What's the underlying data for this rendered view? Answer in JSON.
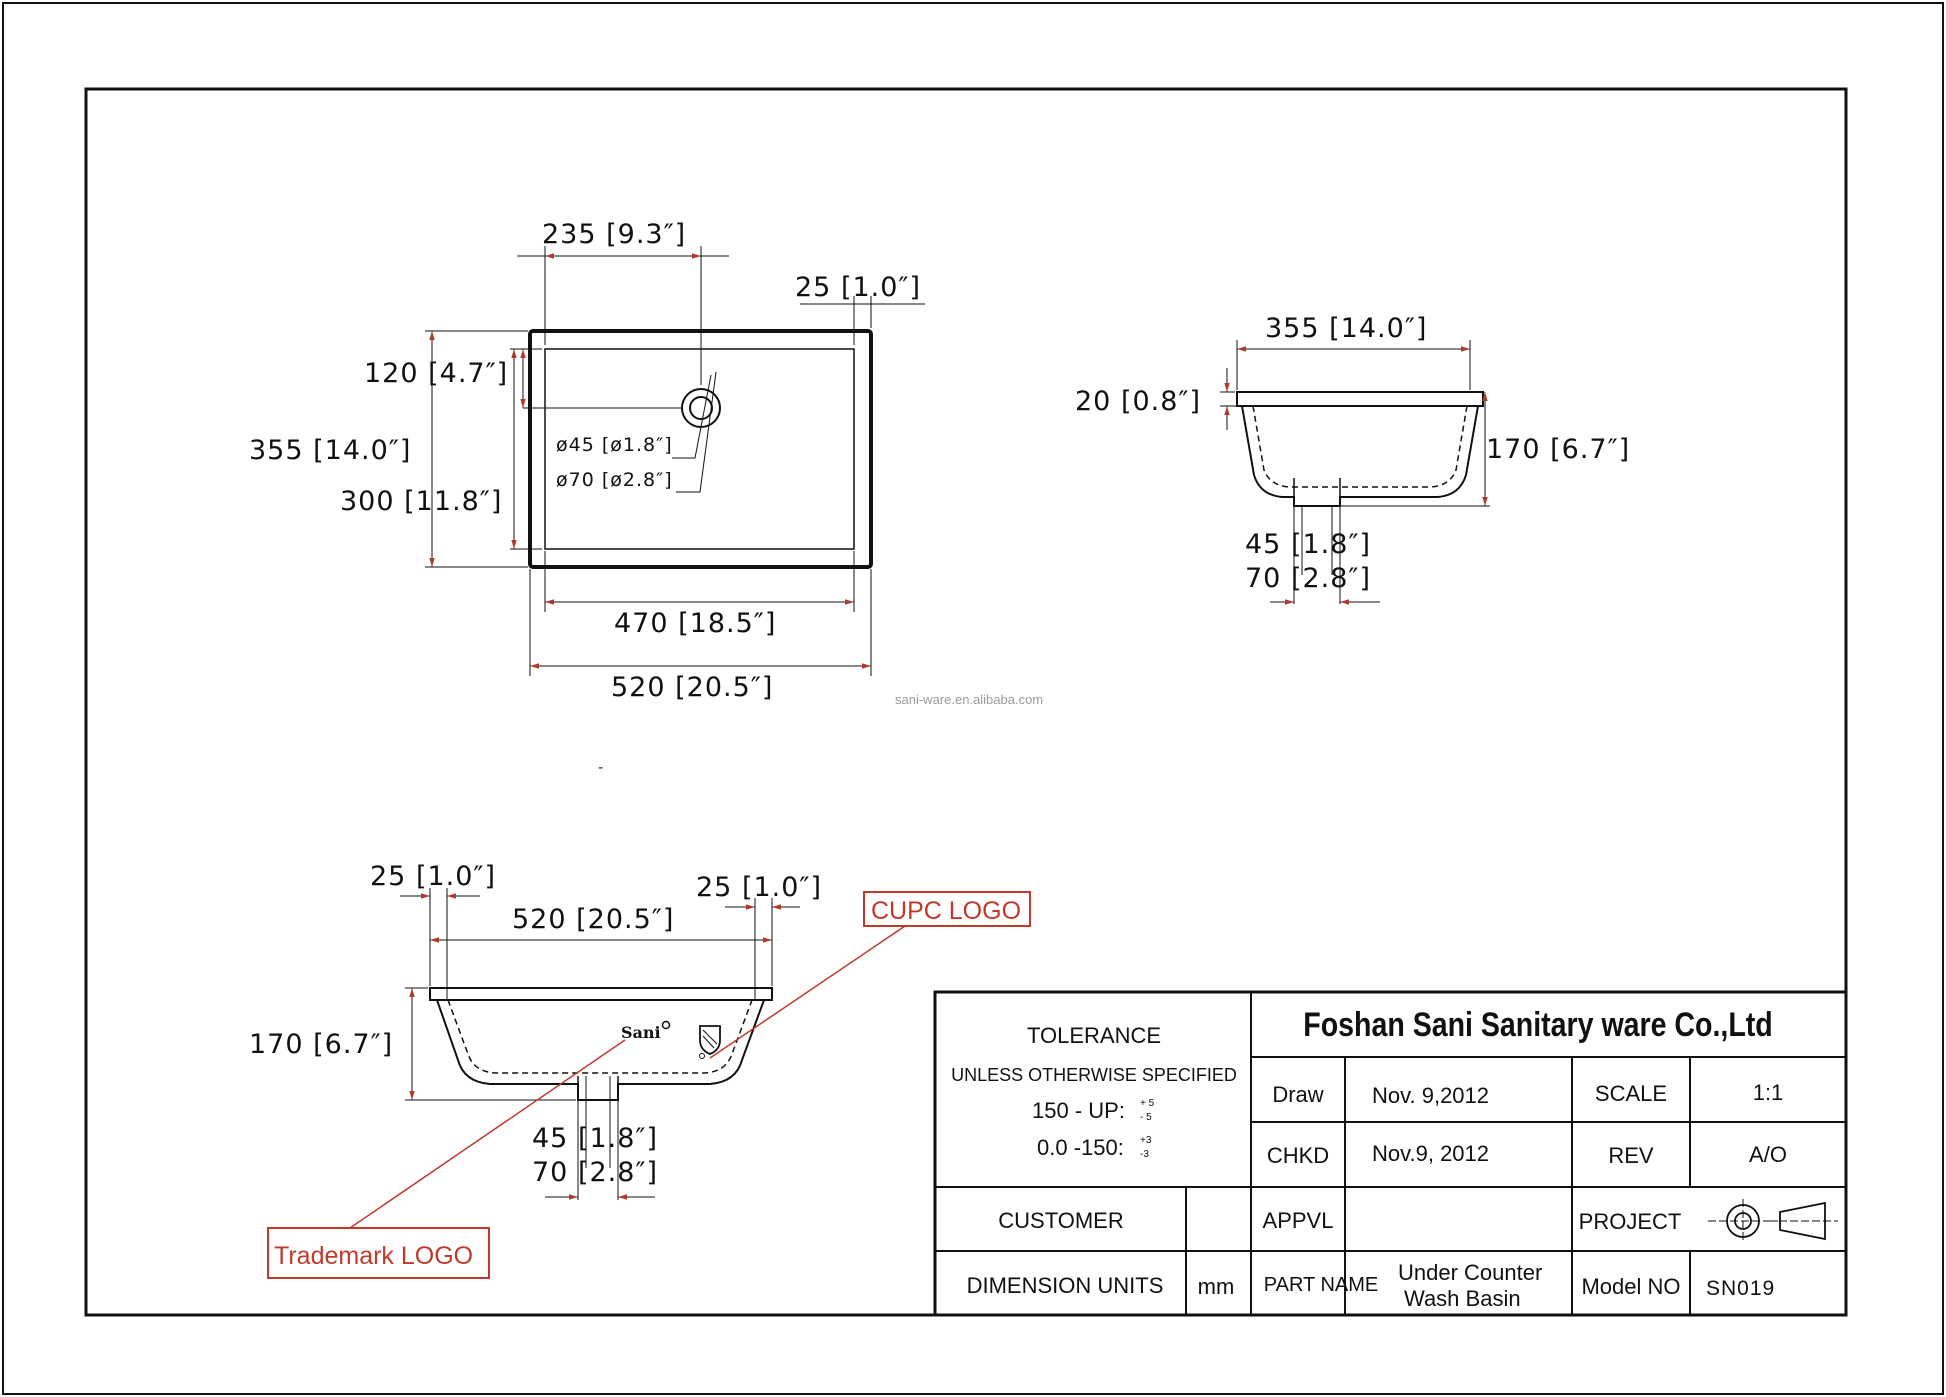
{
  "company": "Foshan Sani Sanitary ware Co.,Ltd",
  "watermark": "sani-ware.en.alibaba.com",
  "stray_mark": "-",
  "top_view": {
    "dim_235": "235 [9.3″]",
    "dim_25": "25 [1.0″]",
    "dim_120": "120 [4.7″]",
    "dim_355": "355 [14.0″]",
    "dim_300": "300 [11.8″]",
    "dim_phi45": "ø45 [ø1.8″]",
    "dim_phi70": "ø70 [ø2.8″]",
    "dim_470": "470 [18.5″]",
    "dim_520": "520 [20.5″]"
  },
  "side_view": {
    "dim_355": "355 [14.0″]",
    "dim_20": "20 [0.8″]",
    "dim_170": "170 [6.7″]",
    "dim_45": "45 [1.8″]",
    "dim_70": "70 [2.8″]"
  },
  "front_view": {
    "dim_25_left": "25 [1.0″]",
    "dim_25_right": "25 [1.0″]",
    "dim_520": "520 [20.5″]",
    "dim_170": "170 [6.7″]",
    "dim_45": "45 [1.8″]",
    "dim_70": "70 [2.8″]",
    "brand_mark": "Sani"
  },
  "callouts": {
    "cupc": "CUPC LOGO",
    "trademark": "Trademark LOGO"
  },
  "colors": {
    "line": "#111111",
    "callout": "#c0392b"
  },
  "title_block": {
    "tolerance_title": "TOLERANCE",
    "tolerance_sub": "UNLESS OTHERWISE SPECIFIED",
    "tol_row1": "150 - UP:",
    "tol_row1_plus": "+ 5",
    "tol_row1_minus": "- 5",
    "tol_row2": "0.0 -150:",
    "tol_row2_plus": "+3",
    "tol_row2_minus": "-3",
    "draw_label": "Draw",
    "draw_date": "Nov. 9,2012",
    "chkd_label": "CHKD",
    "chkd_date": "Nov.9, 2012",
    "scale_label": "SCALE",
    "scale_value": "1:1",
    "rev_label": "REV",
    "rev_value": "A/O",
    "customer_label": "CUSTOMER",
    "customer_value": "",
    "appvl_label": "APPVL",
    "appvl_value": "",
    "project_label": "PROJECT",
    "projection_icon": "third-angle-projection-icon",
    "units_label": "DIMENSION UNITS",
    "units_value": "mm",
    "part_label": "PART NAME",
    "part_value_line1": "Under Counter",
    "part_value_line2": "Wash Basin",
    "model_label": "Model NO",
    "model_value": "SN019"
  }
}
